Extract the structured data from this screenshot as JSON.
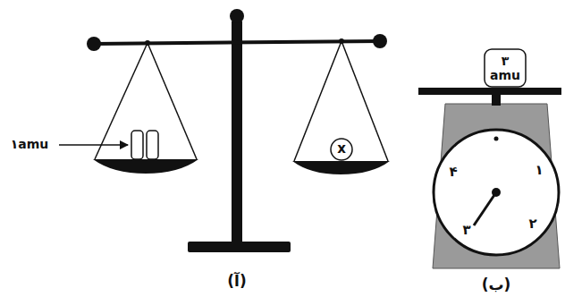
{
  "diagram": {
    "nodes": [
      {
        "text": [
          "x"
        ]
      },
      {
        "text": [
          "۳ amu"
        ]
      }
    ],
    "labels": [
      "۱amu",
      "۱",
      "۲",
      "۳",
      "۴",
      "(آ)",
      "(ب)"
    ]
  }
}
